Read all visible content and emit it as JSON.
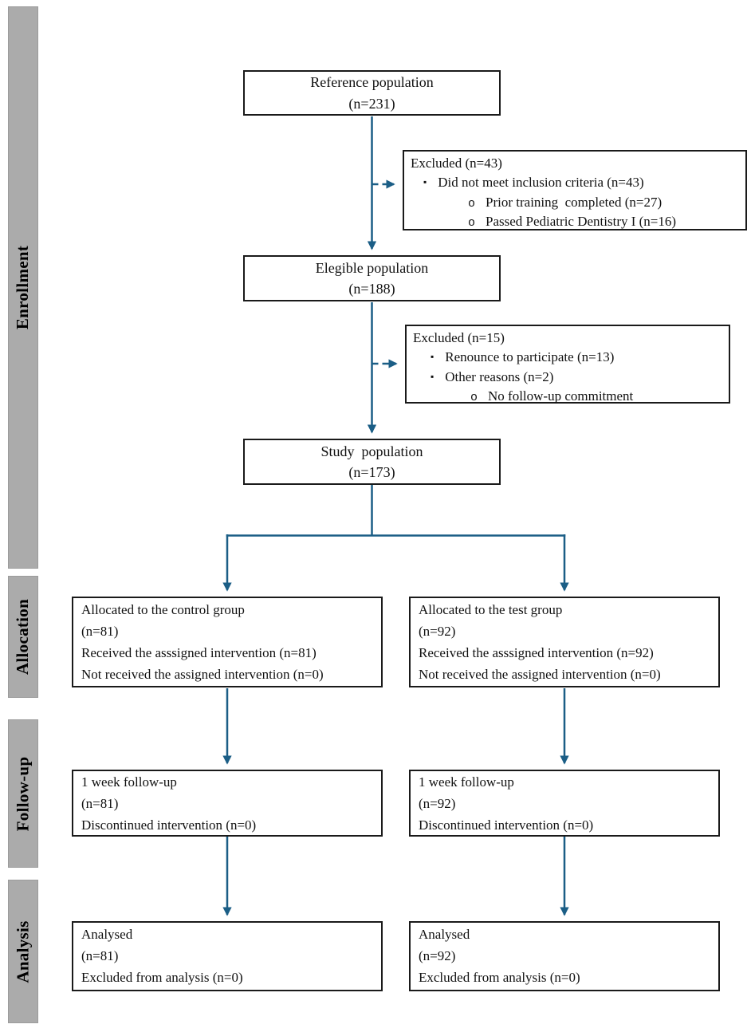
{
  "colors": {
    "arrow": "#1b5e86",
    "stage-bar-bg": "#ababab",
    "stage-bar-border": "#9b9b9b",
    "box-border": "#1a1a1a",
    "text": "#111111"
  },
  "stages": {
    "enrollment": "Enrollment",
    "allocation": "Allocation",
    "followup": "Follow-up",
    "analysis": "Analysis"
  },
  "bullets": {
    "square": "▪",
    "circle": "o"
  },
  "boxes": {
    "reference": {
      "line1": "Reference population",
      "line2": "(n=231)"
    },
    "excluded1": {
      "title": "Excluded (n=43)",
      "bullet1": "Did not meet inclusion criteria (n=43)",
      "sub1": "Prior training  completed (n=27)",
      "sub2": "Passed Pediatric Dentistry I (n=16)"
    },
    "eligible": {
      "line1": "Elegible population",
      "line2": "(n=188)"
    },
    "excluded2": {
      "title": "Excluded (n=15)",
      "bullet1": "Renounce to participate (n=13)",
      "bullet2": "Other reasons (n=2)",
      "sub1": "No follow-up commitment"
    },
    "study": {
      "line1": "Study  population",
      "line2": "(n=173)"
    },
    "alloc_control": {
      "line1": "Allocated to the control group",
      "line2": "(n=81)",
      "line3": "Received the asssigned intervention (n=81)",
      "line4": "Not received the assigned intervention (n=0)"
    },
    "alloc_test": {
      "line1": "Allocated to the test group",
      "line2": "(n=92)",
      "line3": "Received the asssigned intervention (n=92)",
      "line4": "Not received the assigned intervention (n=0)"
    },
    "followup_control": {
      "line1": "1 week follow-up",
      "line2": "(n=81)",
      "line3": "Discontinued intervention (n=0)"
    },
    "followup_test": {
      "line1": "1 week follow-up",
      "line2": "(n=92)",
      "line3": "Discontinued intervention (n=0)"
    },
    "analysis_control": {
      "line1": "Analysed",
      "line2": "(n=81)",
      "line3": "Excluded from analysis (n=0)"
    },
    "analysis_test": {
      "line1": "Analysed",
      "line2": "(n=92)",
      "line3": "Excluded from analysis (n=0)"
    }
  }
}
